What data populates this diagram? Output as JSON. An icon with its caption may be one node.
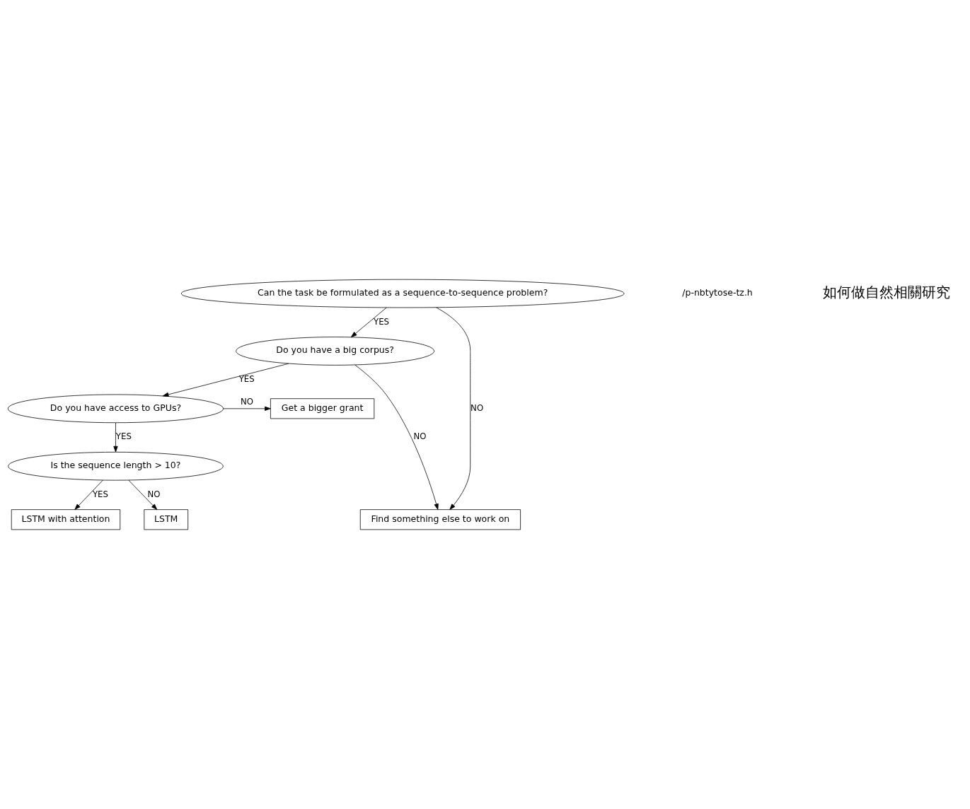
{
  "diagram": {
    "nodes": [
      {
        "text": [
          "Can the task be formulated as a sequence-to-sequence problem?"
        ]
      },
      {
        "text": [
          "Do you have a big corpus?"
        ]
      },
      {
        "text": [
          "Do you have access to GPUs?"
        ]
      },
      {
        "text": [
          "Get a bigger grant"
        ]
      },
      {
        "text": [
          "Is the sequence length > 10?"
        ]
      },
      {
        "text": [
          "LSTM with attention"
        ]
      },
      {
        "text": [
          "LSTM"
        ]
      },
      {
        "text": [
          "Find something else to work on"
        ]
      }
    ],
    "edges": [
      {
        "from": 0,
        "to": 1,
        "arrow": "to",
        "label": "YES"
      },
      {
        "from": 0,
        "to": 7,
        "arrow": "to",
        "label": "NO"
      },
      {
        "from": 1,
        "to": 2,
        "arrow": "to",
        "label": "YES"
      },
      {
        "from": 1,
        "to": 7,
        "arrow": "to",
        "label": "NO"
      },
      {
        "from": 2,
        "to": 4,
        "arrow": "to",
        "label": "YES"
      },
      {
        "from": 2,
        "to": 3,
        "arrow": "to",
        "label": "NO"
      },
      {
        "from": 4,
        "to": 5,
        "arrow": "to",
        "label": "YES"
      },
      {
        "from": 4,
        "to": 6,
        "arrow": "to",
        "label": "NO"
      }
    ],
    "labels": [
      "/p-nbtytose-tz.h",
      "如何做自然相關研究"
    ]
  }
}
